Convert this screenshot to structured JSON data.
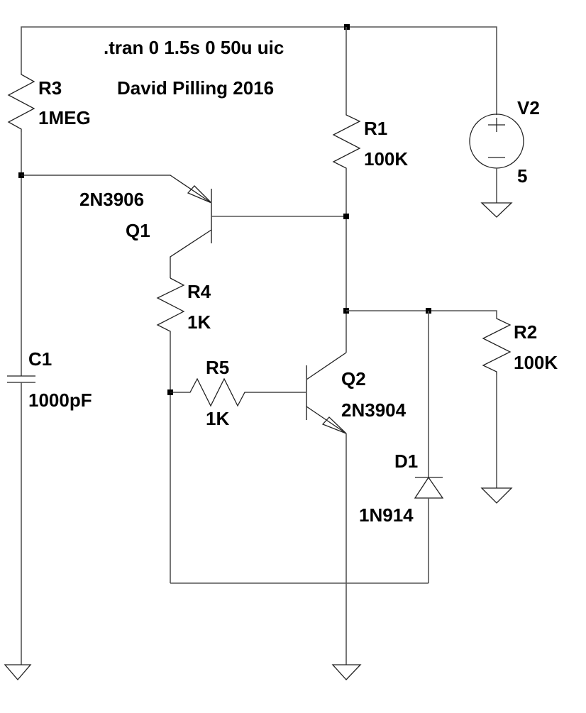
{
  "directives": {
    "tran": ".tran 0 1.5s 0 50u uic",
    "author": "David Pilling 2016"
  },
  "components": {
    "R1": {
      "name": "R1",
      "value": "100K"
    },
    "R2": {
      "name": "R2",
      "value": "100K"
    },
    "R3": {
      "name": "R3",
      "value": "1MEG"
    },
    "R4": {
      "name": "R4",
      "value": "1K"
    },
    "R5": {
      "name": "R5",
      "value": "1K"
    },
    "C1": {
      "name": "C1",
      "value": "1000pF"
    },
    "Q1": {
      "name": "Q1",
      "model": "2N3906"
    },
    "Q2": {
      "name": "Q2",
      "model": "2N3904"
    },
    "D1": {
      "name": "D1",
      "model": "1N914"
    },
    "V2": {
      "name": "V2",
      "value": "5"
    }
  },
  "colors": {
    "wire": "#555555",
    "background": "#ffffff",
    "text": "#000000"
  }
}
